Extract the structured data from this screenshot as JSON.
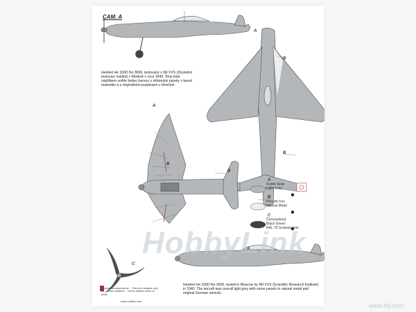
{
  "page": {
    "camo_title": "CAM. A",
    "description_cz": "Heinkel He 100D No 3006, testovaný v NII VVS (Zkušební testovací institut) v Moskvě v roce 1940. Stroj letal nástřikem světle šedou barvou s některými panely v barvě materiálu a s originálními popiskami v němčině.",
    "description_en": "Heinkel He 100D No 3006, tested in Moscow by NII VVS (Scientific Research Institute) in 1940. The aircraft was overall light grey with some panels in natural metal and original German stencils.",
    "callouts": {
      "a": "A",
      "b": "B",
      "c": "C"
    },
    "swatches": [
      {
        "code": "A",
        "line1": "Světle šedá",
        "line2": "Light Grey",
        "line3": "",
        "color": "#b4b7ba"
      },
      {
        "code": "B",
        "line1": "Přírodní kov",
        "line2": "Natural Metal",
        "line3": "",
        "color": "#eeeeee"
      },
      {
        "code": "C",
        "line1": "Černozelená",
        "line2": "Black Green",
        "line3": "RAL 70 Schwarzgrün",
        "color": "#3a4438"
      }
    ],
    "warning_text": "Výrobce nezodpovídá za ... This set is suitable only for ... scale modelers ... not for children under 14 years.",
    "website": "www.xxxkits.com"
  },
  "watermark": {
    "hobbylink": "HobbyLink",
    "hlj": "www.hlj.com"
  },
  "colors": {
    "light_grey": "#b4b7ba",
    "natural_metal": "#eeeeee",
    "black_green": "#3a4438",
    "outline": "#4a4d50"
  }
}
